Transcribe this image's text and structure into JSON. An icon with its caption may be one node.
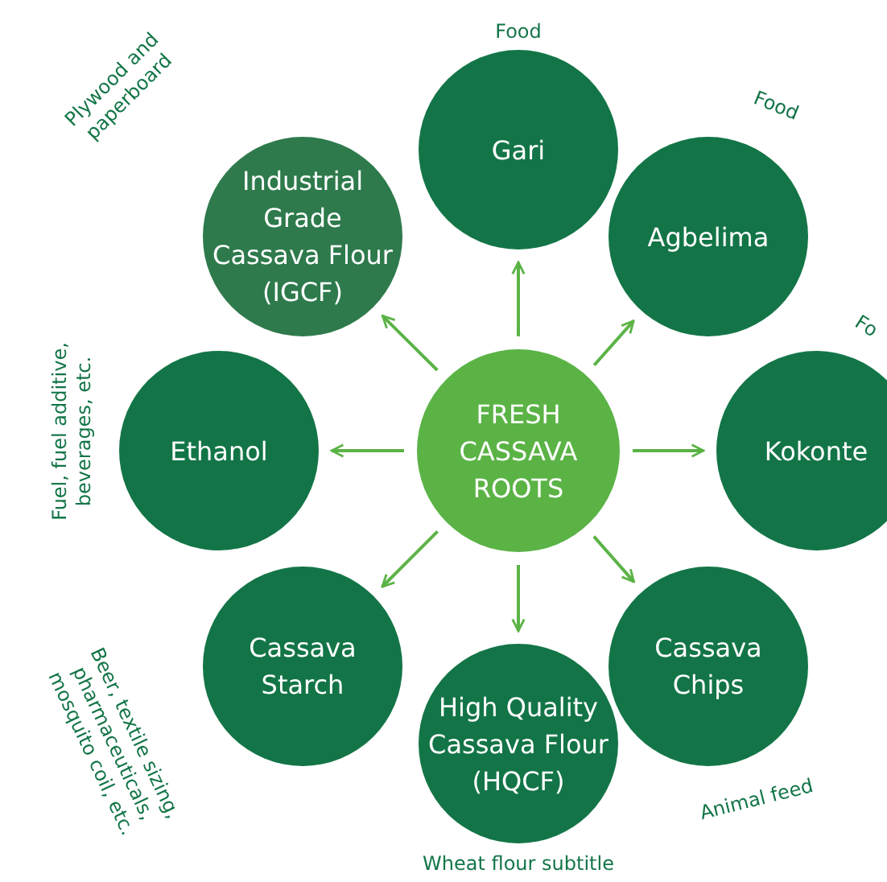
{
  "diagram": {
    "nodes": [
      {
        "text": [
          "FRESH CASSAVA ROOTS"
        ]
      },
      {
        "text": [
          "Gari"
        ],
        "beside": [
          "Food"
        ]
      },
      {
        "text": [
          "Agbelima"
        ],
        "beside": [
          "Food"
        ]
      },
      {
        "text": [
          "Kokonte"
        ],
        "beside": [
          "Fo"
        ]
      },
      {
        "text": [
          "Cassava Chips"
        ],
        "beside": [
          "Animal feed"
        ]
      },
      {
        "text": [
          "High Quality Cassava Flour (HQCF)"
        ],
        "beside": [
          "Wheat flour subtitle"
        ]
      },
      {
        "text": [
          "Cassava Starch"
        ],
        "beside": [
          "Beer, textile sizing, pharmaceuticals, mosquito coil, etc."
        ]
      },
      {
        "text": [
          "Ethanol"
        ],
        "beside": [
          "Fuel, fuel additive, beverages, etc."
        ]
      },
      {
        "text": [
          "Industrial Grade Cassava Flour (IGCF)"
        ],
        "beside": [
          "Plywood and paperboard"
        ]
      }
    ],
    "edges": [
      {
        "from": 0,
        "to": 1,
        "arrow": "to"
      },
      {
        "from": 0,
        "to": 2,
        "arrow": "to"
      },
      {
        "from": 0,
        "to": 3,
        "arrow": "to"
      },
      {
        "from": 0,
        "to": 4,
        "arrow": "to"
      },
      {
        "from": 0,
        "to": 5,
        "arrow": "to"
      },
      {
        "from": 0,
        "to": 6,
        "arrow": "to"
      },
      {
        "from": 0,
        "to": 7,
        "arrow": "to"
      },
      {
        "from": 0,
        "to": 8,
        "arrow": "to"
      }
    ]
  }
}
